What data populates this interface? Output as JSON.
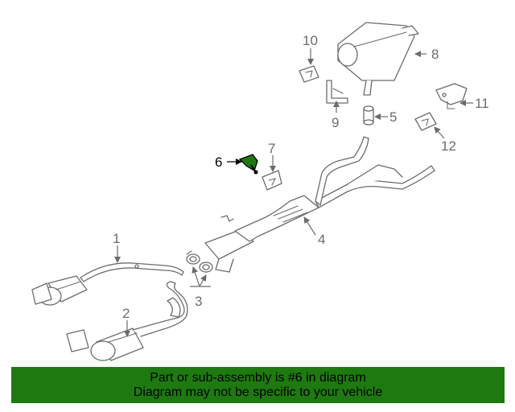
{
  "callouts": {
    "c1": "1",
    "c2": "2",
    "c3": "3",
    "c4": "4",
    "c5": "5",
    "c6": "6",
    "c7": "7",
    "c8": "8",
    "c9": "9",
    "c10": "10",
    "c11": "11",
    "c12": "12"
  },
  "highlight": {
    "part_number": "6",
    "color": "#1e7a10"
  },
  "banner": {
    "line1": "Part or sub-assembly is #6 in diagram",
    "line2": "Diagram may not be specific to your vehicle",
    "background": "#1e7a10"
  }
}
